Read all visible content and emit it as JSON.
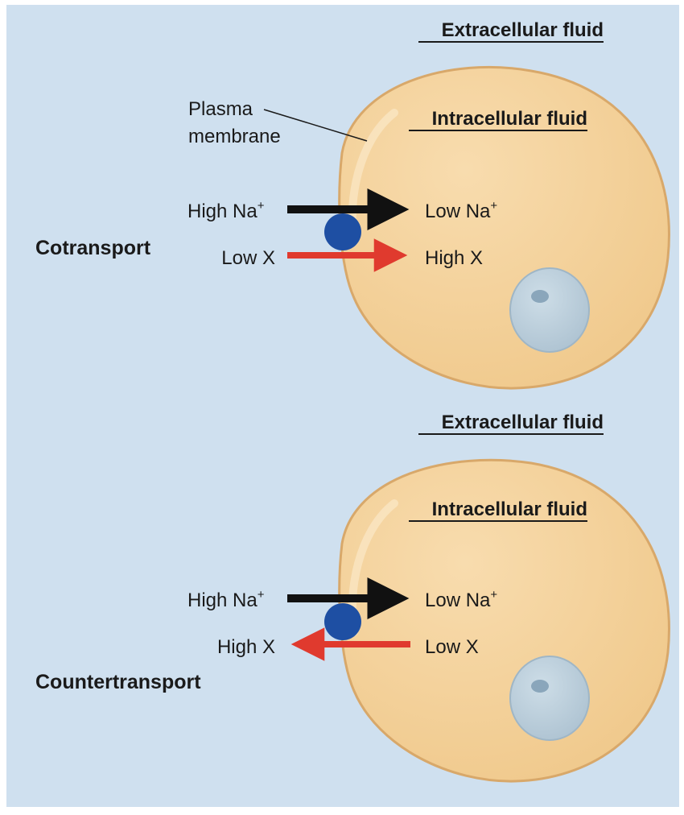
{
  "colors": {
    "background": "#cfe0ef",
    "cell_fill": "#f3cf97",
    "cell_stroke": "#d8a86a",
    "nucleus_fill": "#bcd0dc",
    "nucleolus_fill": "#8aa6bb",
    "carrier": "#1e4fa3",
    "sodium_arrow": "#111111",
    "x_arrow": "#e03a2e"
  },
  "panels": [
    {
      "mode_label": "Cotransport",
      "extracellular_label": "Extracellular fluid",
      "intracellular_label": "Intracellular fluid",
      "membrane_label_line1": "Plasma",
      "membrane_label_line2": "membrane",
      "na_left": "High Na",
      "na_right": "Low Na",
      "na_charge": "+",
      "x_left": "Low X",
      "x_right": "High X",
      "x_direction": "into cell"
    },
    {
      "mode_label": "Countertransport",
      "extracellular_label": "Extracellular fluid",
      "intracellular_label": "Intracellular fluid",
      "na_left": "High Na",
      "na_right": "Low Na",
      "na_charge": "+",
      "x_left": "High X",
      "x_right": "Low X",
      "x_direction": "out of cell"
    }
  ]
}
